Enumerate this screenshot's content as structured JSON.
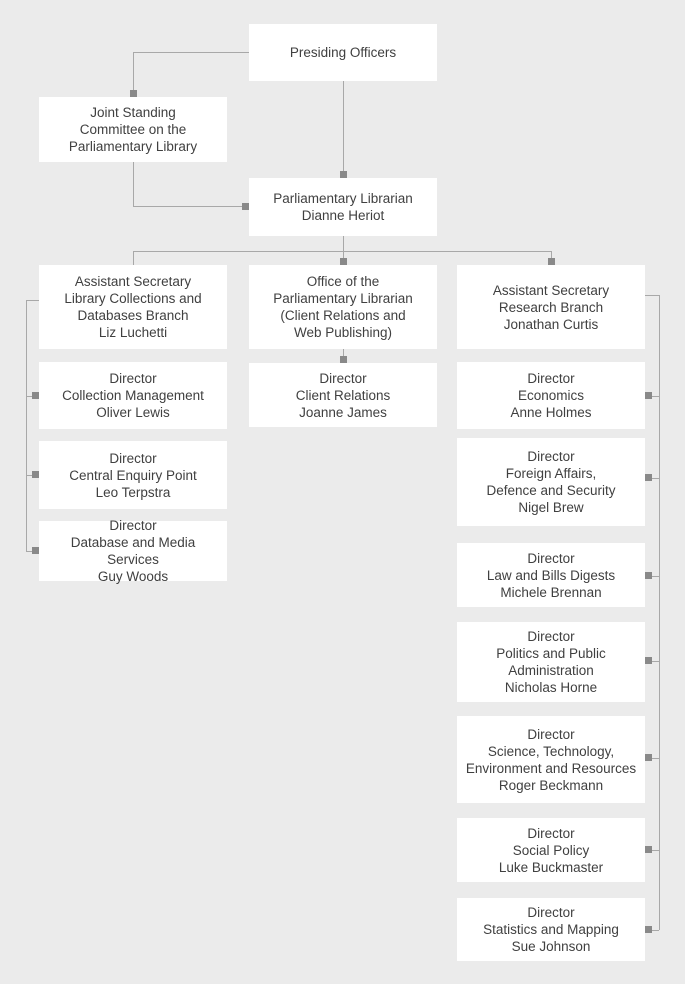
{
  "org_chart": {
    "colors": {
      "background": "#ebebeb",
      "node_background": "#ffffff",
      "connector": "#a8a8a8",
      "connector_marker": "#898989",
      "text": "#404040"
    },
    "nodes": [
      {
        "id": "presiding-officers",
        "lines": [
          "Presiding Officers"
        ]
      },
      {
        "id": "joint-standing-committee",
        "lines": [
          "Joint Standing",
          "Committee on the",
          "Parliamentary Library"
        ]
      },
      {
        "id": "parliamentary-librarian",
        "lines": [
          "Parliamentary Librarian",
          "Dianne Heriot"
        ]
      },
      {
        "id": "assistant-secretary-library-collections",
        "lines": [
          "Assistant Secretary",
          "Library Collections and",
          "Databases Branch",
          "Liz Luchetti"
        ]
      },
      {
        "id": "office-of-the-parliamentary-librarian",
        "lines": [
          "Office of the",
          "Parliamentary Librarian",
          "(Client Relations and",
          "Web Publishing)"
        ]
      },
      {
        "id": "assistant-secretary-research-branch",
        "lines": [
          "Assistant Secretary",
          "Research Branch",
          "Jonathan Curtis"
        ]
      },
      {
        "id": "director-collection-management",
        "lines": [
          "Director",
          "Collection Management",
          "Oliver Lewis"
        ]
      },
      {
        "id": "director-central-enquiry-point",
        "lines": [
          "Director",
          "Central Enquiry Point",
          "Leo Terpstra"
        ]
      },
      {
        "id": "director-database-and-media-services",
        "lines": [
          "Director",
          "Database and Media Services",
          "Guy Woods"
        ]
      },
      {
        "id": "director-client-relations",
        "lines": [
          "Director",
          "Client Relations",
          "Joanne James"
        ]
      },
      {
        "id": "director-economics",
        "lines": [
          "Director",
          "Economics",
          "Anne Holmes"
        ]
      },
      {
        "id": "director-foreign-affairs-defence-security",
        "lines": [
          "Director",
          "Foreign Affairs,",
          "Defence and Security",
          "Nigel Brew"
        ]
      },
      {
        "id": "director-law-and-bills-digests",
        "lines": [
          "Director",
          "Law and Bills Digests",
          "Michele Brennan"
        ]
      },
      {
        "id": "director-politics-and-public-administration",
        "lines": [
          "Director",
          "Politics and Public",
          "Administration",
          "Nicholas Horne"
        ]
      },
      {
        "id": "director-science-technology-environment-resources",
        "lines": [
          "Director",
          "Science, Technology,",
          "Environment and Resources",
          "Roger Beckmann"
        ]
      },
      {
        "id": "director-social-policy",
        "lines": [
          "Director",
          "Social Policy",
          "Luke Buckmaster"
        ]
      },
      {
        "id": "director-statistics-and-mapping",
        "lines": [
          "Director",
          "Statistics and Mapping",
          "Sue Johnson"
        ]
      }
    ]
  }
}
